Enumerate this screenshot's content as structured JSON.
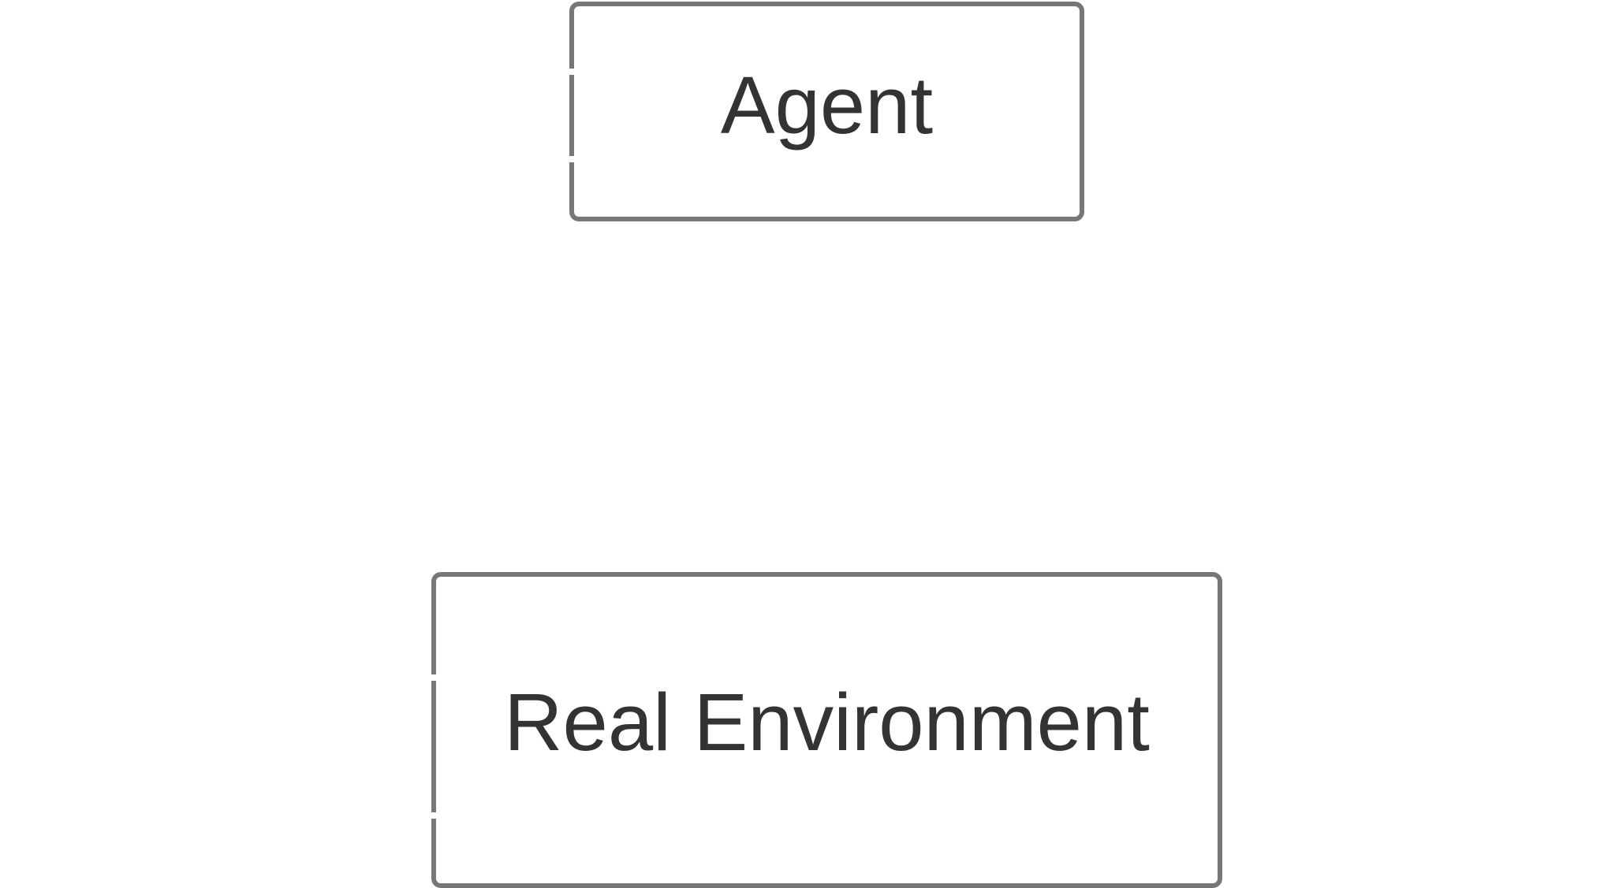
{
  "diagram": {
    "nodes": [
      {
        "id": "agent",
        "label": "Agent"
      },
      {
        "id": "real-environment",
        "label": "Real Environment"
      }
    ],
    "colors": {
      "border": "#777777",
      "text": "#333333",
      "background": "#ffffff"
    }
  }
}
